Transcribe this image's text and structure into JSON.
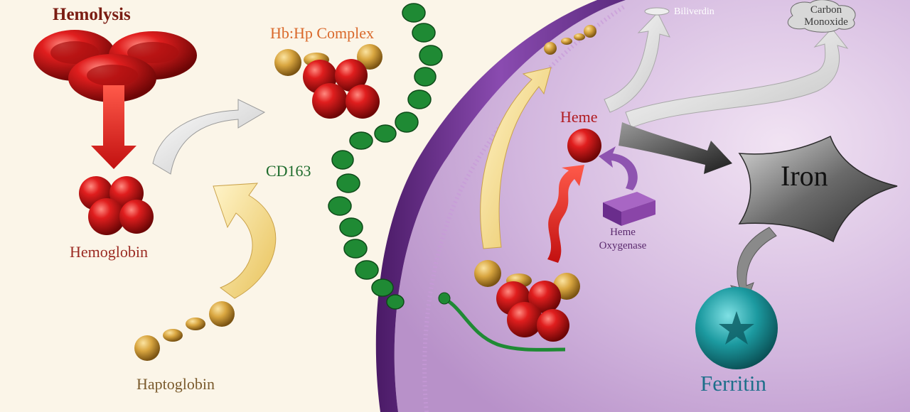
{
  "labels": {
    "hemolysis": "Hemolysis",
    "hb_hp_complex": "Hb:Hp Complex",
    "cd163": "CD163",
    "hemoglobin": "Hemoglobin",
    "haptoglobin": "Haptoglobin",
    "heme": "Heme",
    "heme_oxygenase_line1": "Heme",
    "heme_oxygenase_line2": "Oxygenase",
    "biliverdin": "Biliverdin",
    "carbon_monoxide_line1": "Carbon",
    "carbon_monoxide_line2": "Monoxide",
    "iron": "Iron",
    "ferritin": "Ferritin"
  },
  "colors": {
    "hemolysis": "#7a1c12",
    "hb_hp_complex": "#d9682a",
    "cd163": "#1e6b2c",
    "hemoglobin": "#9b2a22",
    "haptoglobin": "#7a5a2c",
    "heme": "#b01a1f",
    "heme_oxygenase": "#5b2a6e",
    "biliverdin": "#ffffff",
    "carbon_monoxide": "#3a3a3a",
    "iron": "#111111",
    "ferritin": "#1d6f8a",
    "background_left": "#fbf5e8",
    "cell_interior": "#d5bfe0",
    "membrane": "#6a2d8c",
    "red_cell": "#c81e1e",
    "haptoglobin_bead": "#d9a640",
    "cd163_protein": "#1f8a34",
    "iron_star": "#5a5a5a",
    "ferritin_sphere": "#1c9aa0"
  }
}
